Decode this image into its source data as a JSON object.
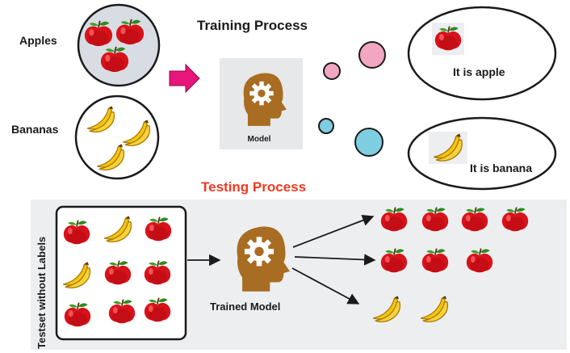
{
  "training": {
    "title": "Training Process",
    "apples_label": "Apples",
    "bananas_label": "Bananas",
    "model_label": "Model",
    "result_apple": "It is apple",
    "result_banana": "It is banana"
  },
  "testing": {
    "title": "Testing Process",
    "side_label": "Testset without Labels",
    "model_label": "Trained Model"
  },
  "colors": {
    "apple": "#d8121a",
    "apple_highlight": "#f46060",
    "leaf": "#2f8a1e",
    "banana": "#f6c40b",
    "banana_edge": "#a87a05",
    "head": "#a86c22",
    "pink_bubble": "#f2a6c2",
    "cyan_bubble": "#7fcde0",
    "arrow_pink": "#e8157a",
    "testing_title": "#f03a22",
    "panel_bg": "#eceef0"
  }
}
